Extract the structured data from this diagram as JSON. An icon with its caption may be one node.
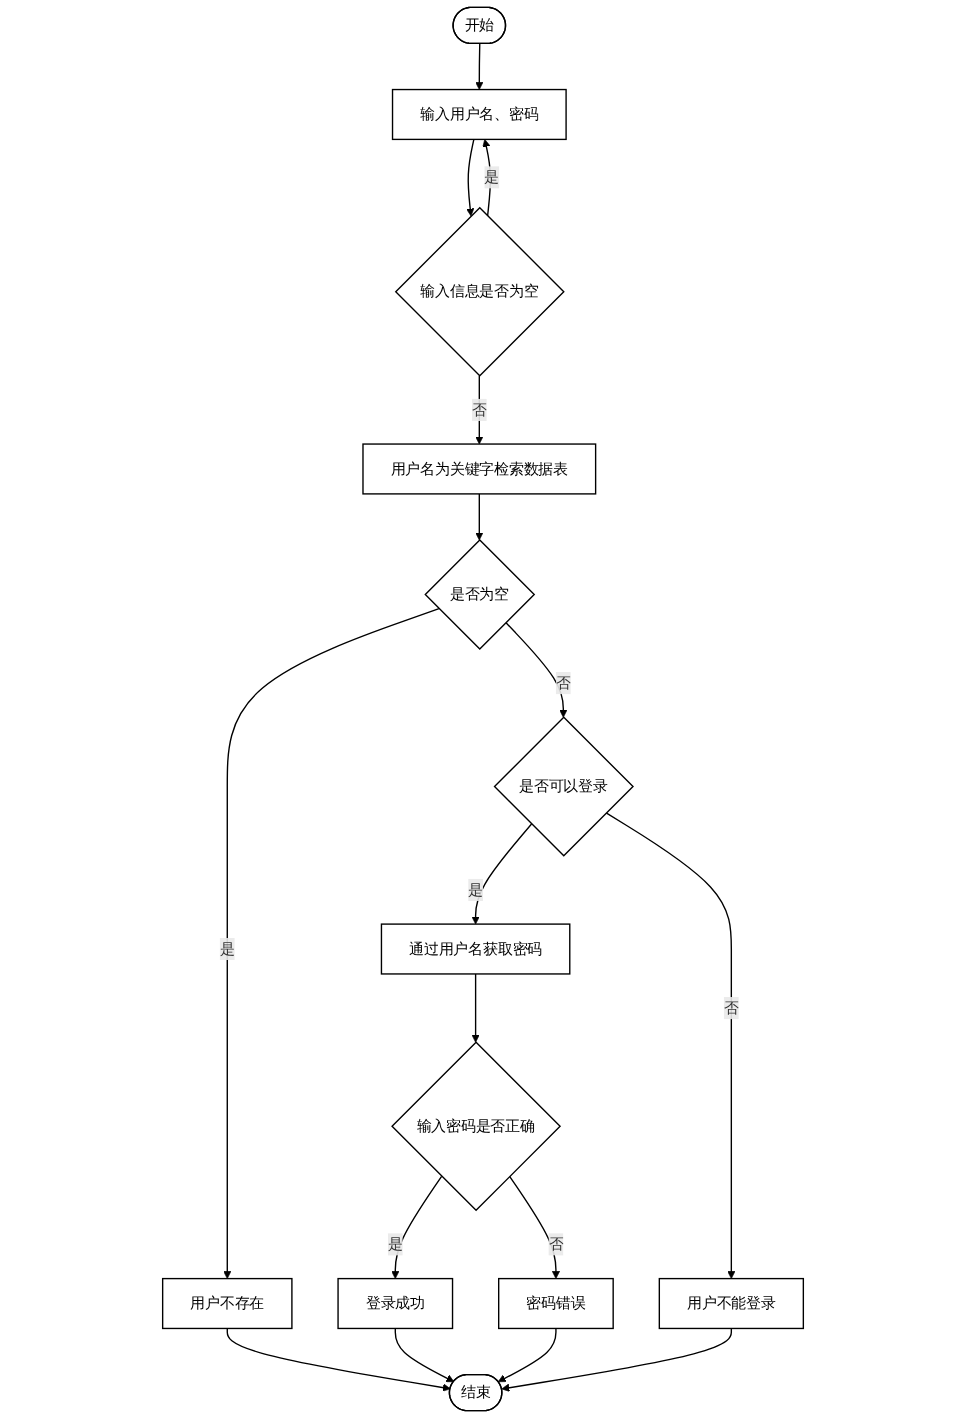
{
  "diagram": {
    "nodes": [
      {
        "text": [
          "开始"
        ]
      },
      {
        "text": [
          "输入用户名、密码"
        ]
      },
      {
        "text": [
          "输入信息是否为空"
        ]
      },
      {
        "text": [
          "用户名为关键字检索数据表"
        ]
      },
      {
        "text": [
          "是否为空"
        ]
      },
      {
        "text": [
          "用户不存在"
        ]
      },
      {
        "text": [
          "是否可以登录"
        ]
      },
      {
        "text": [
          "通过用户名获取密码"
        ]
      },
      {
        "text": [
          "用户不能登录"
        ]
      },
      {
        "text": [
          "输入密码是否正确"
        ]
      },
      {
        "text": [
          "登录成功"
        ]
      },
      {
        "text": [
          "密码错误"
        ]
      },
      {
        "text": [
          "结束"
        ]
      }
    ],
    "edges": [
      {
        "from": 0,
        "to": 1,
        "arrow": "to"
      },
      {
        "from": 1,
        "to": 2,
        "arrow": "to"
      },
      {
        "from": 2,
        "to": 1,
        "arrow": "to",
        "label": "是"
      },
      {
        "from": 2,
        "to": 3,
        "arrow": "to",
        "label": "否"
      },
      {
        "from": 3,
        "to": 4,
        "arrow": "to"
      },
      {
        "from": 4,
        "to": 5,
        "arrow": "to",
        "label": "是"
      },
      {
        "from": 4,
        "to": 6,
        "arrow": "to",
        "label": "否"
      },
      {
        "from": 6,
        "to": 7,
        "arrow": "to",
        "label": "是"
      },
      {
        "from": 6,
        "to": 8,
        "arrow": "to",
        "label": "否"
      },
      {
        "from": 7,
        "to": 9,
        "arrow": "to"
      },
      {
        "from": 9,
        "to": 10,
        "arrow": "to",
        "label": "是"
      },
      {
        "from": 9,
        "to": 11,
        "arrow": "to",
        "label": "否"
      },
      {
        "from": 5,
        "to": 12,
        "arrow": "to"
      },
      {
        "from": 10,
        "to": 12,
        "arrow": "to"
      },
      {
        "from": 11,
        "to": 12,
        "arrow": "to"
      },
      {
        "from": 8,
        "to": 12,
        "arrow": "to"
      }
    ]
  }
}
